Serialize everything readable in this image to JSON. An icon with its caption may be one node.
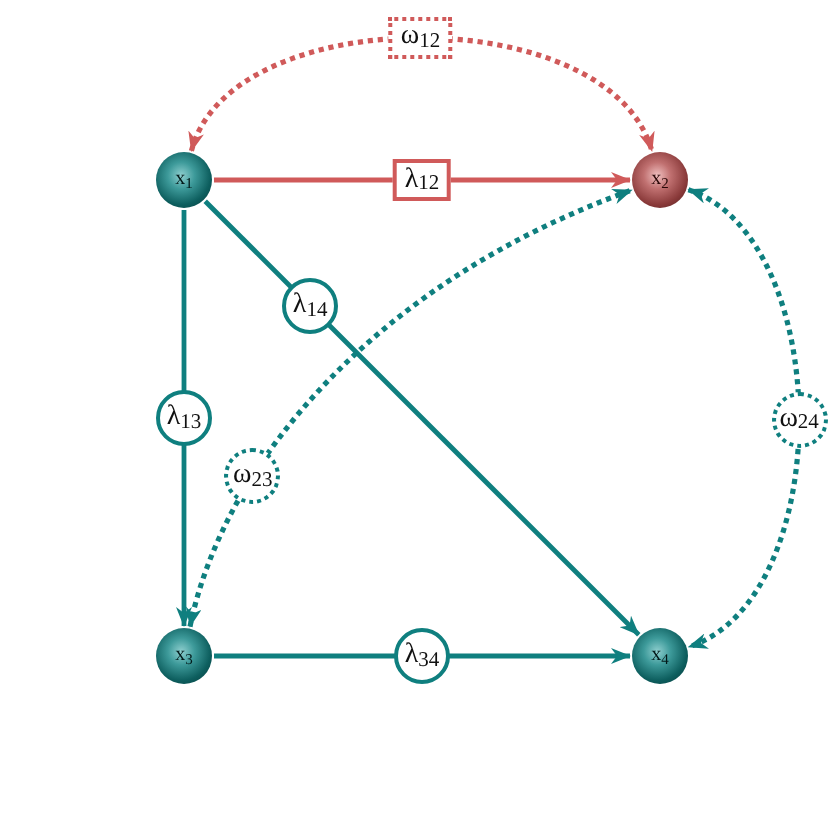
{
  "diagram": {
    "nodes": [
      {
        "text": [
          "x$_{1}$"
        ]
      },
      {
        "text": [
          "x$_{2}$"
        ]
      },
      {
        "text": [
          "x$_{3}$"
        ]
      },
      {
        "text": [
          "x$_{4}$"
        ]
      }
    ],
    "edges": [
      {
        "from": 0,
        "to": 1,
        "arrow": "to",
        "label": "λ$_{12}$",
        "color": "#d05a5a"
      },
      {
        "from": 0,
        "to": 2,
        "arrow": "to",
        "label": "λ$_{13}$"
      },
      {
        "from": 0,
        "to": 3,
        "arrow": "to",
        "label": "λ$_{14}$"
      },
      {
        "from": 2,
        "to": 3,
        "arrow": "to",
        "label": "λ$_{34}$"
      },
      {
        "from": 0,
        "to": 1,
        "arrow": "both",
        "label": "ω$_{12}$",
        "style": "dashed",
        "color": "#d05a5a"
      },
      {
        "from": 2,
        "to": 1,
        "arrow": "both",
        "label": "ω$_{23}$",
        "style": "dashed"
      },
      {
        "from": 1,
        "to": 3,
        "arrow": "both",
        "label": "ω$_{24}$",
        "style": "dashed"
      }
    ]
  }
}
